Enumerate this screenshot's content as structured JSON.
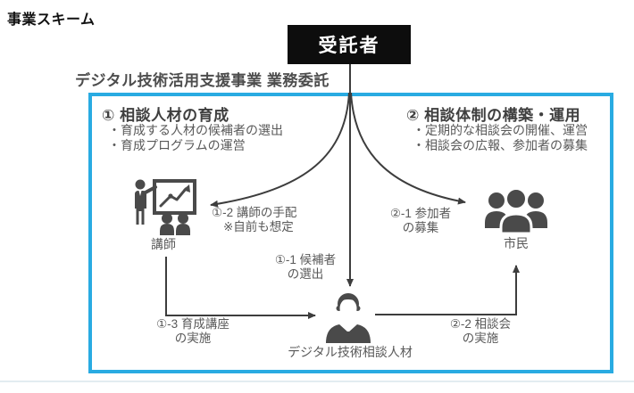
{
  "page": {
    "title": "事業スキーム"
  },
  "scheme": {
    "contractor_label": "受託者",
    "delegation_label": "デジタル技術活用支援事業 業務委託",
    "sections": [
      {
        "heading": "① 相談人材の育成",
        "bullets": [
          "・育成する人材の候補者の選出",
          "・育成プログラムの運営"
        ]
      },
      {
        "heading": "② 相談体制の構築・運用",
        "bullets": [
          "・定期的な相談会の開催、運営",
          "・相談会の広報、参加者の募集"
        ]
      }
    ],
    "actors": {
      "lecturer": {
        "label": "講師",
        "icon": "lecturer-presentation-icon"
      },
      "citizens": {
        "label": "市民",
        "icon": "citizens-group-icon"
      },
      "consultant": {
        "label": "デジタル技術相談人材",
        "icon": "consultant-person-icon"
      }
    },
    "flows": {
      "f12": {
        "line1": "①-2 講師の手配",
        "line2": "※自前も想定"
      },
      "f11": {
        "line1": "①-1 候補者",
        "line2": "の選出"
      },
      "f21": {
        "line1": "②-1 参加者",
        "line2": "の募集"
      },
      "f13": {
        "line1": "①-3 育成講座",
        "line2": "の実施"
      },
      "f22": {
        "line1": "②-2 相談会",
        "line2": "の実施"
      }
    },
    "colors": {
      "frame_blue": "#29abe2",
      "contractor_box_black": "#0d0d0d",
      "icon_gray": "#4a4a4a",
      "text_gray": "#595959",
      "arrow_gray": "#3d3d3d"
    }
  }
}
